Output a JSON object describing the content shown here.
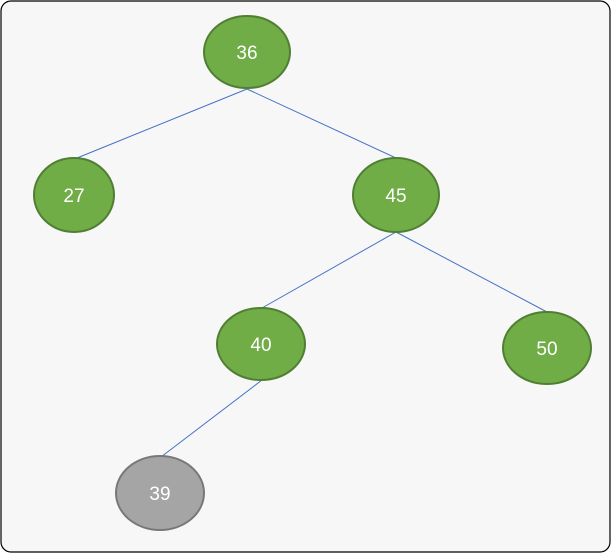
{
  "colors": {
    "background": "#f7f7f7",
    "border": "#000000",
    "edge": "#4472c4",
    "node_green_fill": "#70ad47",
    "node_green_stroke": "#507e32",
    "node_gray_fill": "#a5a5a5",
    "node_gray_stroke": "#787878",
    "node_text": "#ffffff"
  },
  "tree": {
    "nodes": [
      {
        "id": "n36",
        "label": "36",
        "status": "normal"
      },
      {
        "id": "n27",
        "label": "27",
        "status": "normal"
      },
      {
        "id": "n45",
        "label": "45",
        "status": "normal"
      },
      {
        "id": "n40",
        "label": "40",
        "status": "normal"
      },
      {
        "id": "n50",
        "label": "50",
        "status": "normal"
      },
      {
        "id": "n39",
        "label": "39",
        "status": "highlighted"
      }
    ],
    "edges": [
      {
        "from": "n36",
        "to": "n27"
      },
      {
        "from": "n36",
        "to": "n45"
      },
      {
        "from": "n45",
        "to": "n40"
      },
      {
        "from": "n45",
        "to": "n50"
      },
      {
        "from": "n40",
        "to": "n39"
      }
    ]
  }
}
